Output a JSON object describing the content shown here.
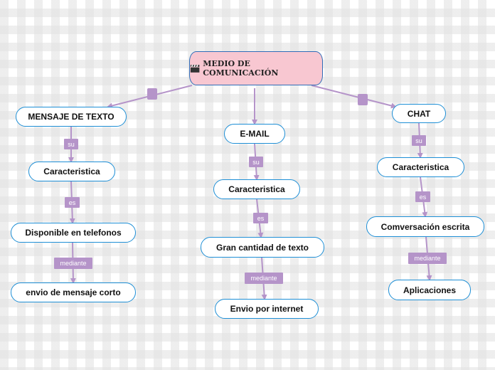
{
  "root": {
    "title": "MEDIO DE COMUNICACIÓN",
    "icon": "clapperboard-icon"
  },
  "branches": [
    {
      "title": "MENSAJE DE TEXTO",
      "link1": "su",
      "node1": "Caracteristica",
      "link2": "es",
      "node2": "Disponible en telefonos",
      "link3": "mediante",
      "node3": "envio de mensaje corto"
    },
    {
      "title": "E-MAIL",
      "link1": "su",
      "node1": "Caracteristica",
      "link2": "es",
      "node2": "Gran cantidad de texto",
      "link3": "mediante",
      "node3": "Envio por internet"
    },
    {
      "title": "CHAT",
      "link1": "su",
      "node1": "Caracteristica",
      "link2": "es",
      "node2": "Comversación escrita",
      "link3": "mediante",
      "node3": "Aplicaciones"
    }
  ],
  "colors": {
    "connector": "#b594c9",
    "node_border": "#1e8fd6",
    "root_fill": "#f8c7d1"
  }
}
